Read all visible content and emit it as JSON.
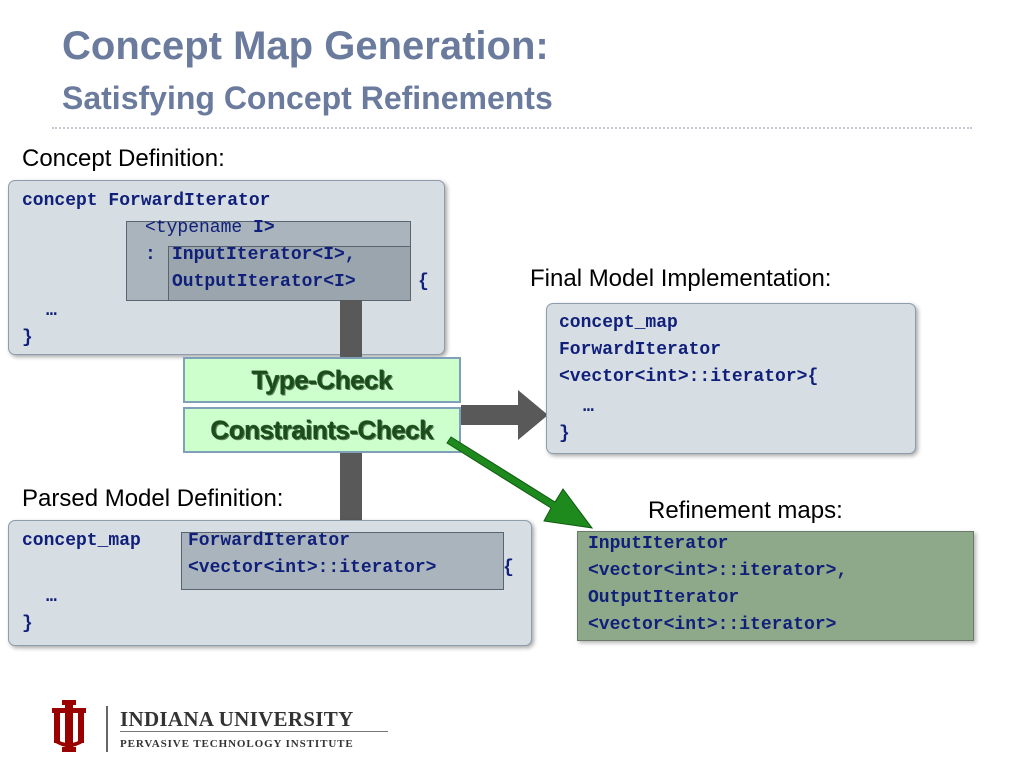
{
  "title": {
    "main": "Concept Map Generation:",
    "sub": "Satisfying Concept Refinements"
  },
  "labels": {
    "concept_definition": "Concept Definition:",
    "final_model": "Final Model Implementation:",
    "parsed_model": "Parsed Model Definition:",
    "refinement_maps": "Refinement maps:"
  },
  "concept_def": {
    "line1": "concept ForwardIterator",
    "typename_kw": "<typename",
    "typename_param": "I>",
    "colon": ":",
    "refine1": "InputIterator<I>,",
    "refine2": "OutputIterator<I>",
    "open_brace": "{",
    "ellipsis": "…",
    "close_brace": "}"
  },
  "checks": {
    "type_check": "Type-Check",
    "constraints_check": "Constraints-Check"
  },
  "final_model": {
    "line1": "concept_map",
    "line2": "ForwardIterator",
    "line3": "<vector<int>::iterator>{",
    "ellipsis": "…",
    "close_brace": "}"
  },
  "parsed_model": {
    "keyword": "concept_map",
    "name": "ForwardIterator",
    "type": "<vector<int>::iterator>",
    "open_brace": "{",
    "ellipsis": "…",
    "close_brace": "}"
  },
  "refinement_maps": {
    "line1": "InputIterator",
    "line2": "<vector<int>::iterator>,",
    "line3": "OutputIterator",
    "line4": "<vector<int>::iterator>"
  },
  "logo": {
    "university": "INDIANA UNIVERSITY",
    "institute": "PERVASIVE TECHNOLOGY INSTITUTE",
    "brand_color": "#990000"
  },
  "colors": {
    "title": "#6b7b9e",
    "code": "#10207a",
    "check_fill": "#ccffcc",
    "green_arrow": "#1e8a1e",
    "gray_arrow": "#595959"
  }
}
